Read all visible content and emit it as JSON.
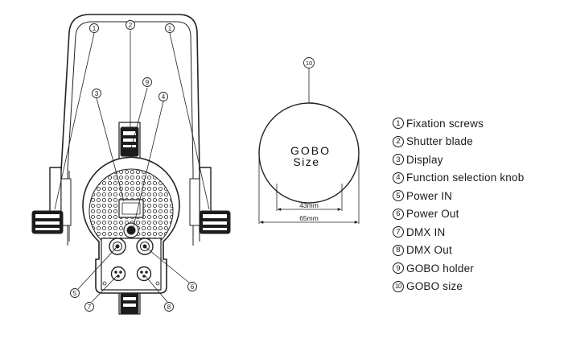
{
  "diagram": {
    "callout_numbers": {
      "fixation_left": "1",
      "shutter": "2",
      "fixation_right": "1",
      "display": "3",
      "knob": "4",
      "gobo_holder": "9",
      "power_in": "5",
      "power_out": "6",
      "dmx_in": "7",
      "dmx_out": "8",
      "gobo_size": "10"
    },
    "gobo": {
      "text_line1": "GOBO",
      "text_line2": "Size",
      "inner_dim": "43mm",
      "outer_dim": "65mm"
    }
  },
  "legend": [
    {
      "num": "1",
      "label": "Fixation screws"
    },
    {
      "num": "2",
      "label": "Shutter blade"
    },
    {
      "num": "3",
      "label": "Display"
    },
    {
      "num": "4",
      "label": "Function selection knob"
    },
    {
      "num": "5",
      "label": "Power IN"
    },
    {
      "num": "6",
      "label": "Power Out"
    },
    {
      "num": "7",
      "label": "DMX IN"
    },
    {
      "num": "8",
      "label": "DMX Out"
    },
    {
      "num": "9",
      "label": "GOBO holder"
    },
    {
      "num": "10",
      "label": "GOBO size"
    }
  ]
}
